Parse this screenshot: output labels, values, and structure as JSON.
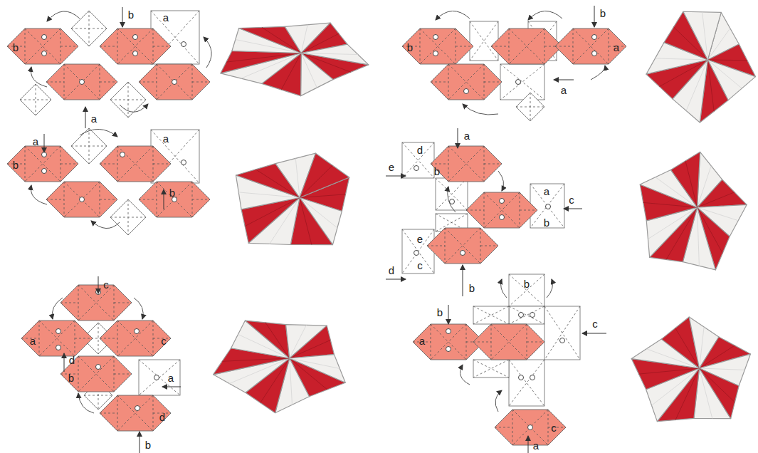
{
  "diagram": {
    "labels": [
      "b",
      "a",
      "b",
      "a",
      "b",
      "b",
      "a",
      "a",
      "a",
      "a",
      "b",
      "b",
      "d",
      "a",
      "e",
      "b",
      "a",
      "c",
      "b",
      "e",
      "d",
      "c",
      "b",
      "c",
      "a",
      "c",
      "d",
      "b",
      "a",
      "d",
      "b",
      "b",
      "b",
      "a",
      "c",
      "c",
      "a"
    ]
  }
}
